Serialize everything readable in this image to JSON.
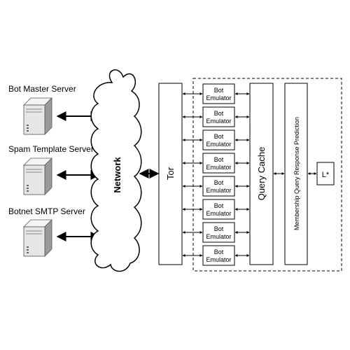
{
  "servers": [
    {
      "label": "Bot Master Server",
      "icon": "server-tower-icon"
    },
    {
      "label": "Spam Template Server",
      "icon": "server-tower-icon"
    },
    {
      "label": "Botnet SMTP Server",
      "icon": "server-tower-icon"
    }
  ],
  "network": {
    "label": "Network",
    "icon": "cloud-icon"
  },
  "tor": {
    "label": "Tor"
  },
  "emulators": [
    {
      "line1": "Bot",
      "line2": "Emulator"
    },
    {
      "line1": "Bot",
      "line2": "Emulator"
    },
    {
      "line1": "Bot",
      "line2": "Emulator"
    },
    {
      "line1": "Bot",
      "line2": "Emulator"
    },
    {
      "line1": "Bot",
      "line2": "Emulator"
    },
    {
      "line1": "Bot",
      "line2": "Emulator"
    },
    {
      "line1": "Bot",
      "line2": "Emulator"
    },
    {
      "line1": "Bot",
      "line2": "Emulator"
    }
  ],
  "query_cache": {
    "label": "Query Cache"
  },
  "prediction": {
    "label": "Membership Query Response Prediction"
  },
  "learner": {
    "label": "L*"
  },
  "colors": {
    "stroke": "#000000",
    "server_body": "#e6e6e6",
    "server_shadow": "#9a9a9a"
  }
}
